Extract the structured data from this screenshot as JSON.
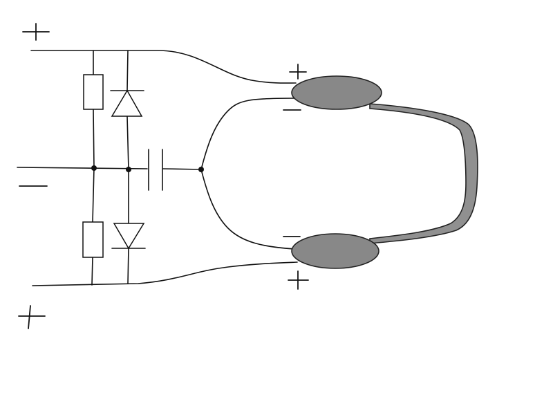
{
  "labels": {
    "top_input_sign": "+",
    "middle_input_sign": "−",
    "bottom_input_sign": "+",
    "top_earpiece_plus": "+",
    "top_earpiece_minus": "−",
    "bottom_earpiece_minus": "−",
    "bottom_earpiece_plus": "+"
  },
  "colors": {
    "wire": "#111111",
    "earpiece_fill": "#888888",
    "headband_fill": "#909090",
    "background": "#ffffff"
  },
  "icons": {
    "resistor": "rectangle",
    "diode": "triangle-with-bar",
    "capacitor": "two-parallel-plates",
    "headphones": "earpieces-with-headband"
  }
}
